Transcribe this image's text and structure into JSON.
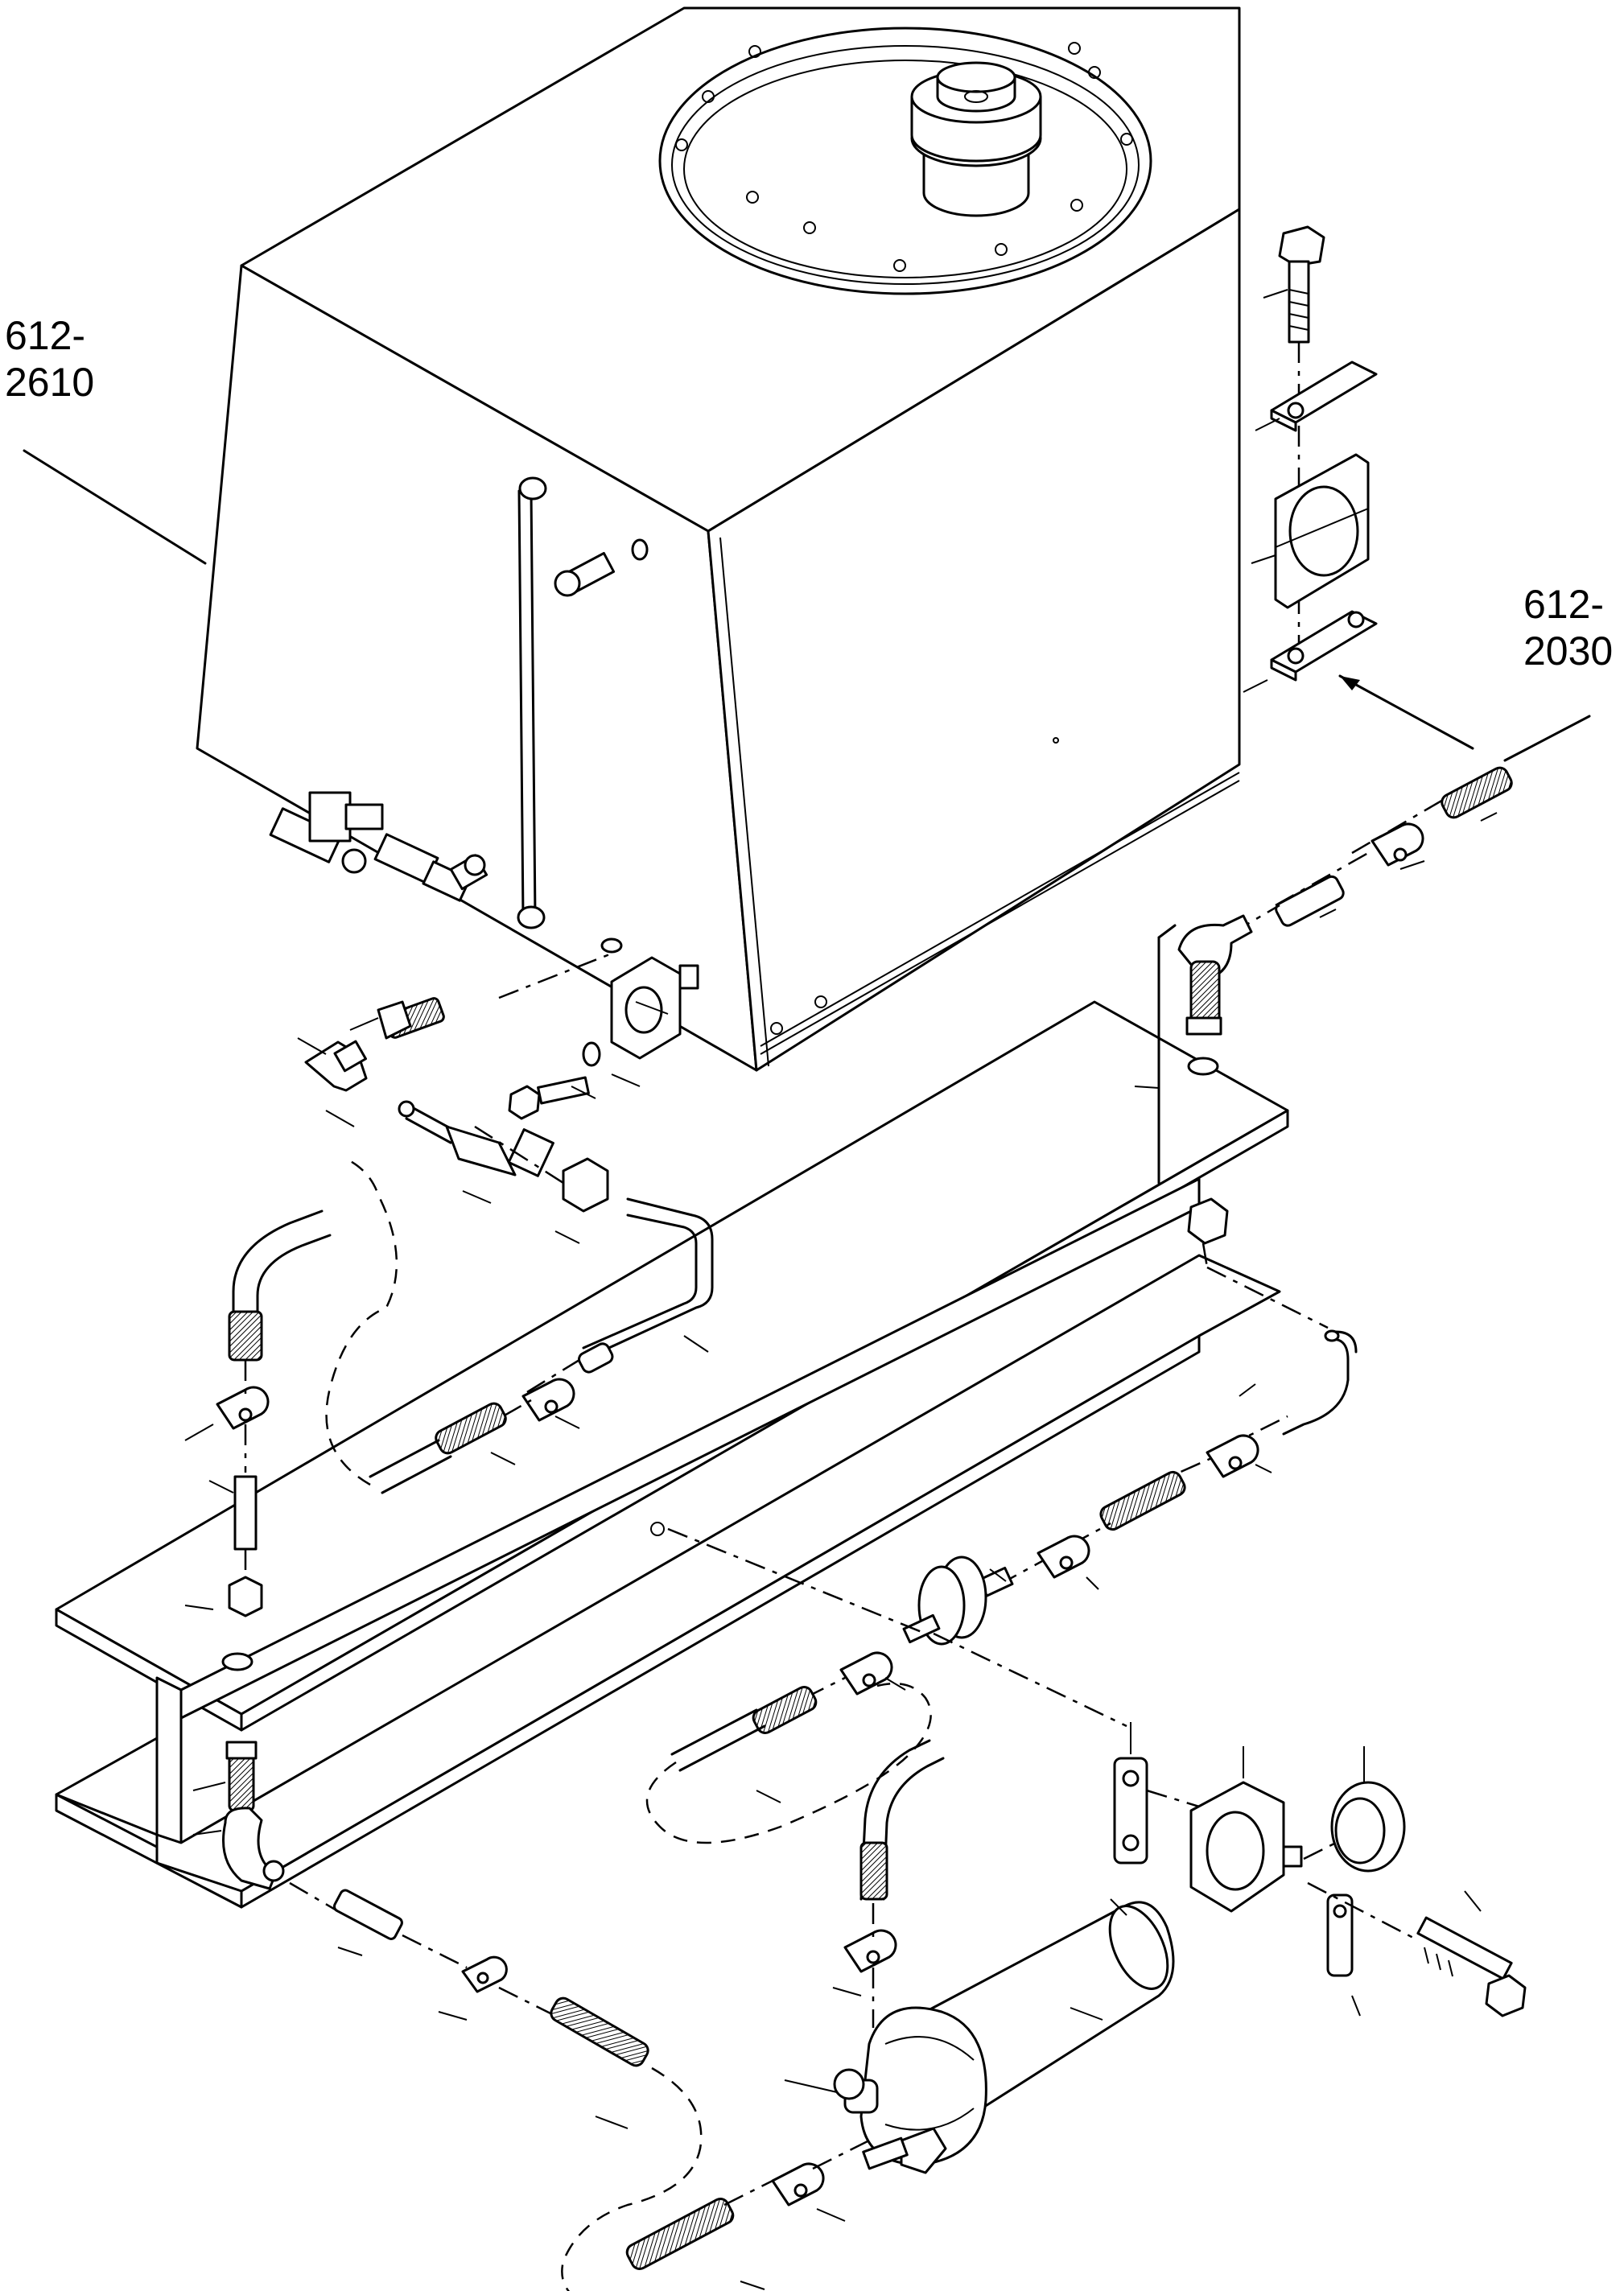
{
  "callouts": [
    {
      "line1": "612-",
      "line2": "2610"
    },
    {
      "line1": "612-",
      "line2": "2030"
    }
  ]
}
